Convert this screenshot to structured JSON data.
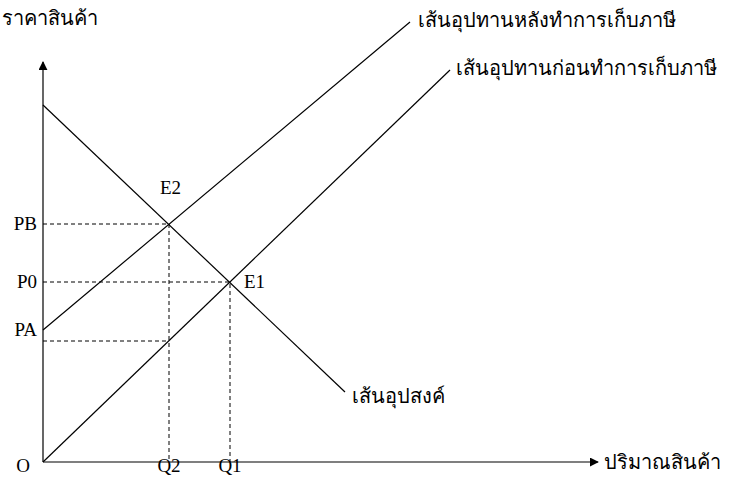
{
  "diagram": {
    "labels": [
      "ราคาสินค้า",
      "เส้นอุปทานหลังทำการเก็บภาษี",
      "เส้นอุปทานก่อนทำการเก็บภาษี",
      "PB",
      "E2",
      "E1",
      "P0",
      "PA",
      "เส้นอุปสงค์",
      "O",
      "Q2",
      "Q1",
      "ปริมาณสินค้า"
    ]
  }
}
